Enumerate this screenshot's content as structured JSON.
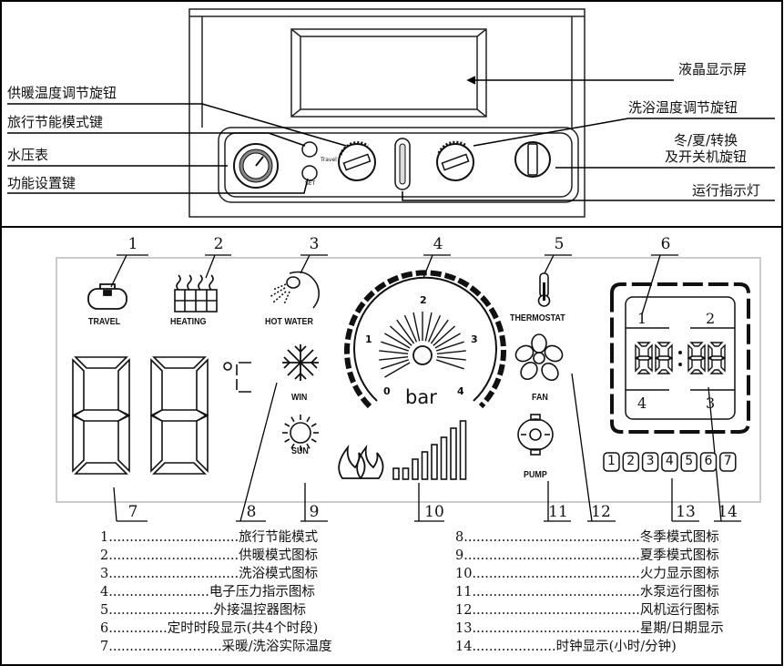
{
  "top": {
    "labels": {
      "lcd_screen": "液晶显示屏",
      "heating_knob": "供暖温度调节旋钮",
      "travel_key": "旅行节能模式键",
      "pressure_gauge": "水压表",
      "function_key": "功能设置键",
      "hotwater_knob": "洗浴温度调节旋钮",
      "mode_knob_line1": "冬/夏/转换",
      "mode_knob_line2": "及开关机旋钮",
      "run_lamp": "运行指示灯"
    },
    "panel_small": {
      "travel": "Travel",
      "set": "SET"
    }
  },
  "display": {
    "numbers": [
      "1",
      "2",
      "3",
      "4",
      "5",
      "6",
      "7",
      "8",
      "9",
      "10",
      "11",
      "12",
      "13",
      "14"
    ],
    "icon_labels": {
      "travel": "TRAVEL",
      "heating": "HEATING",
      "hot_water": "HOT WATER",
      "thermostat": "THERMOSTAT",
      "win": "WIN",
      "sun": "SUN",
      "fan": "FAN",
      "pump": "PUMP",
      "celsius": "°C",
      "bar": "bar"
    },
    "gauge_ticks": [
      "0",
      "1",
      "2",
      "3",
      "4"
    ],
    "clock": {
      "digits": "88:88",
      "periods": [
        "1",
        "2",
        "4",
        "3"
      ]
    },
    "week_days": [
      "1",
      "2",
      "3",
      "4",
      "5",
      "6",
      "7"
    ],
    "big_digits": "88"
  },
  "legend": {
    "left": [
      "1...............................旅行节能模式",
      "2...............................供暖模式图标",
      "3...............................洗浴模式图标",
      "4........................电子压力指示图标",
      "5.........................外接温控器图标",
      "6..............定时时段显示(共4个时段)",
      "7...........................采暖/洗浴实际温度"
    ],
    "right": [
      "8..........................................冬季模式图标",
      "9..........................................夏季模式图标",
      "10........................................火力显示图标",
      "11........................................水泵运行图标",
      "12........................................风机运行图标",
      "13........................................星期/日期显示",
      "14....................时钟显示(小时/分钟)"
    ]
  }
}
